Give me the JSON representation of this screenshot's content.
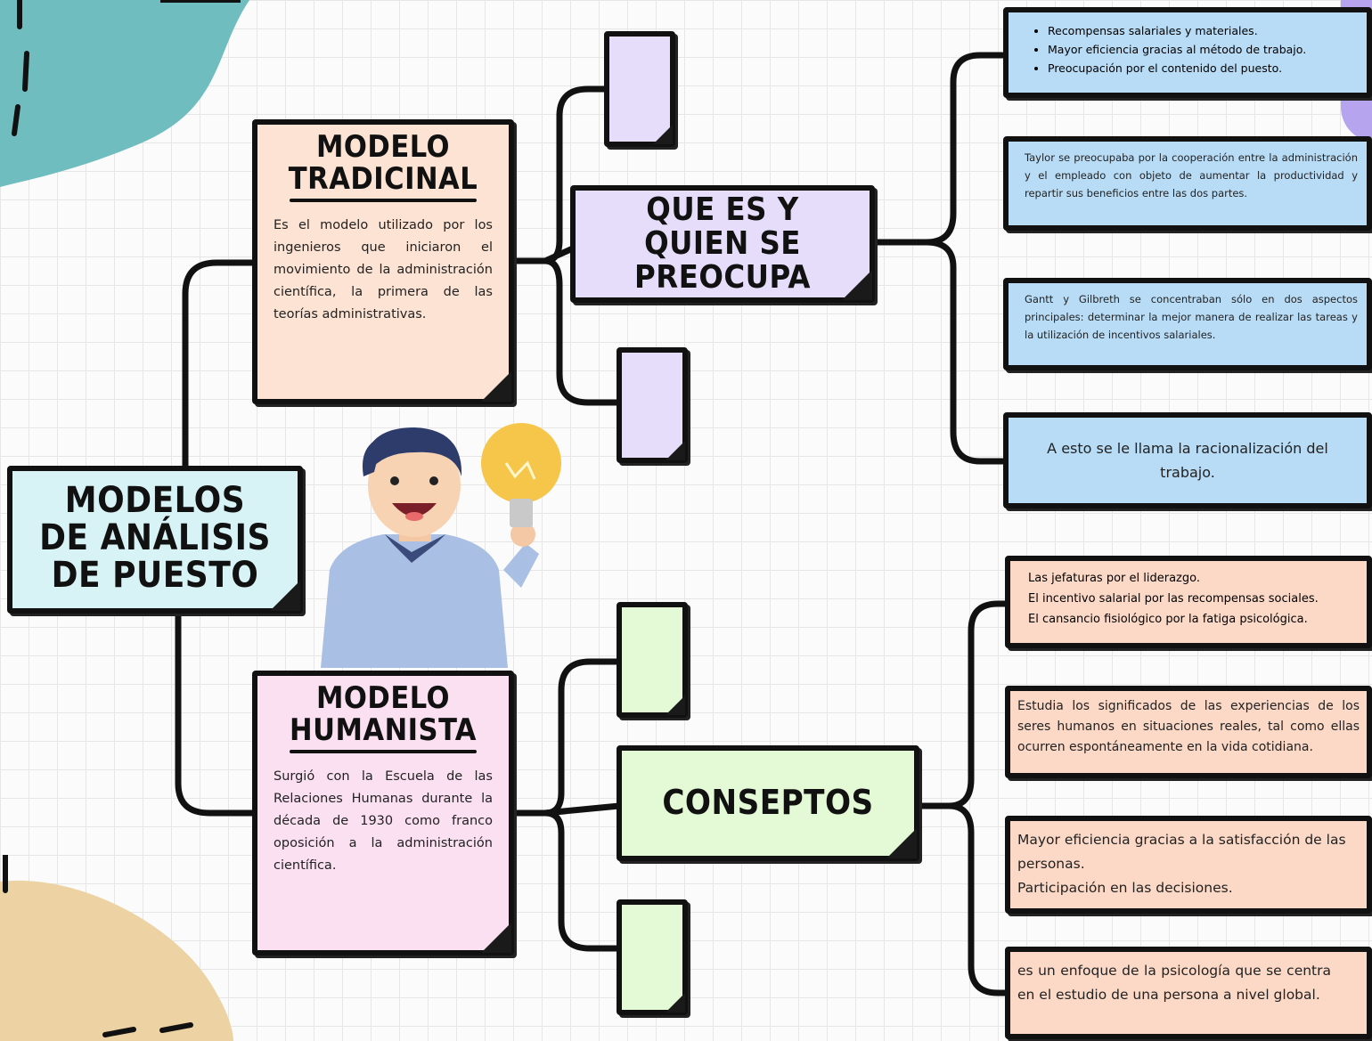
{
  "colors": {
    "teal_blob": "#6fbdbf",
    "sand_blob": "#edd3a4",
    "lavender": "#e6ddfb",
    "peach": "#fde3d3",
    "mint": "#e4f9d6",
    "pink": "#fbe0f2",
    "sky": "#b8dcf6",
    "aqua": "#d7f3f6",
    "salmon": "#fcd9c7"
  },
  "root": {
    "title": "MODELOS DE ANÁLISIS DE PUESTO"
  },
  "traditional": {
    "title_line1": "MODELO",
    "title_line2": "TRADICINAL",
    "text": "Es el modelo utilizado por los ingenieros que iniciaron el movimiento de la administración científica, la primera de las teorías administrativas."
  },
  "humanist": {
    "title_line1": "MODELO",
    "title_line2": "HUMANISTA",
    "text": "Surgió con la Escuela de las Relaciones Humanas durante la década de 1930 como franco oposición a la administración científica."
  },
  "que_es": {
    "title": "QUE ES Y QUIEN SE PREOCUPA"
  },
  "conceptos": {
    "title": "CONSEPTOS"
  },
  "blue_boxes": {
    "box1_items": [
      "Recompensas salariales y materiales.",
      "Mayor eficiencia gracias al método de trabajo.",
      "Preocupación por el contenido del puesto."
    ],
    "box2": "Taylor se preocupaba por la cooperación entre la administración y el empleado con objeto de aumentar la productividad y repartir sus beneficios entre las dos partes.",
    "box3": "Gantt y Gilbreth se concentraban sólo en dos aspectos principales: determinar la mejor manera de realizar las tareas y la utilización de incentivos salariales.",
    "box4": "A esto se le llama la racionalización del trabajo."
  },
  "salmon_boxes": {
    "box1_items": [
      "Las jefaturas por el liderazgo.",
      "El incentivo salarial por las recompensas sociales.",
      "El cansancio fisiológico por la fatiga psicológica."
    ],
    "box2": "Estudia los significados de las experiencias de los seres humanos en situaciones reales, tal como ellas ocurren espontáneamente en la vida cotidiana.",
    "box3_line1": "Mayor eficiencia gracias a la satisfacción de las personas.",
    "box3_line2": "Participación en las decisiones.",
    "box4": "es un enfoque de la psicología que se centra en el estudio de una persona a nivel global."
  }
}
